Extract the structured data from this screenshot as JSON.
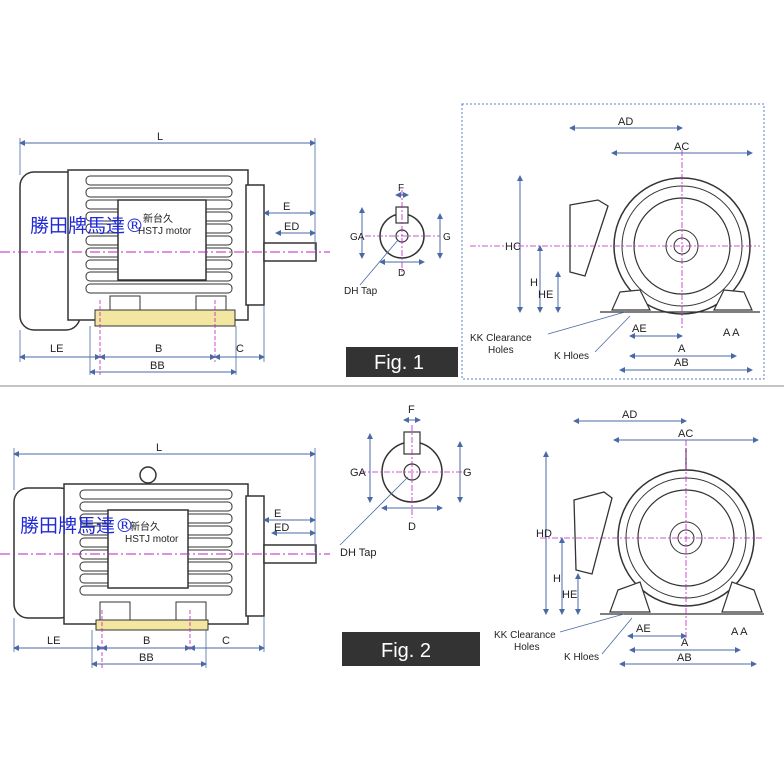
{
  "figure_1": {
    "caption": "Fig. 1",
    "side_view": {
      "dims": {
        "L": "L",
        "E": "E",
        "ED": "ED",
        "LE": "LE",
        "B": "B",
        "C": "C",
        "BB": "BB"
      },
      "nameplate": {
        "line1": "新台久",
        "line2": "HSTJ motor"
      }
    },
    "shaft_view": {
      "dims": {
        "F": "F",
        "GA": "GA",
        "G": "G",
        "D": "D",
        "DH": "DH Tap"
      }
    },
    "end_view": {
      "dims": {
        "AD": "AD",
        "AC": "AC",
        "HC": "HC",
        "H": "H",
        "HE": "HE",
        "AE": "AE",
        "AA": "A A",
        "A": "A",
        "AB": "AB"
      },
      "callouts": {
        "kk_line1": "KK Clearance",
        "kk_line2": "Holes",
        "k": "K Hloes"
      }
    }
  },
  "figure_2": {
    "caption": "Fig. 2",
    "side_view": {
      "dims": {
        "L": "L",
        "E": "E",
        "ED": "ED",
        "LE": "LE",
        "B": "B",
        "C": "C",
        "BB": "BB"
      },
      "nameplate": {
        "line1": "新台久",
        "line2": "HSTJ motor"
      }
    },
    "shaft_view": {
      "dims": {
        "F": "F",
        "GA": "GA",
        "G": "G",
        "D": "D",
        "DH": "DH Tap"
      }
    },
    "end_view": {
      "dims": {
        "AD": "AD",
        "AC": "AC",
        "HD": "HD",
        "H": "H",
        "HE": "HE",
        "AE": "AE",
        "AA": "A A",
        "A": "A",
        "AB": "AB"
      },
      "callouts": {
        "kk_line1": "KK Clearance",
        "kk_line2": "Holes",
        "k": "K Hloes"
      }
    }
  },
  "watermark": "勝田牌馬達®",
  "colors": {
    "line": "#333333",
    "dim_line": "#4a6aa6",
    "centerline": "#c020c0",
    "watermark": "#1f29d6",
    "caption_bg": "#333333",
    "base_highlight": "#f2e6a0",
    "dotted_frame": "#5a7fc8"
  }
}
